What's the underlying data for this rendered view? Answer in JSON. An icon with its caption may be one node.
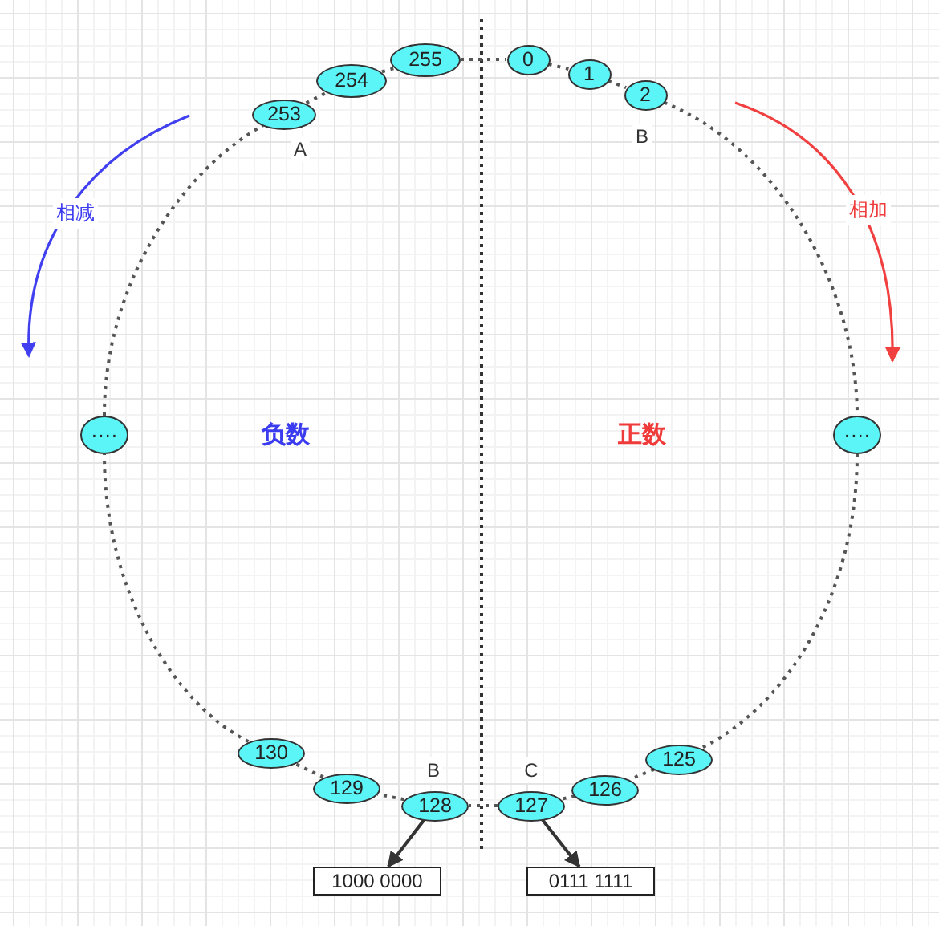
{
  "diagram": {
    "nodes": [
      {
        "text": [
          "255"
        ]
      },
      {
        "text": [
          "254"
        ]
      },
      {
        "text": [
          "253"
        ]
      },
      {
        "text": [
          "0"
        ]
      },
      {
        "text": [
          "1"
        ]
      },
      {
        "text": [
          "2"
        ]
      },
      {
        "text": [
          "····"
        ]
      },
      {
        "text": [
          "····"
        ]
      },
      {
        "text": [
          "130"
        ]
      },
      {
        "text": [
          "129"
        ]
      },
      {
        "text": [
          "128"
        ]
      },
      {
        "text": [
          "127"
        ]
      },
      {
        "text": [
          "126"
        ]
      },
      {
        "text": [
          "125"
        ]
      },
      {
        "text": [
          "1000 0000"
        ]
      },
      {
        "text": [
          "0111 1111"
        ]
      }
    ],
    "edges": [
      {
        "from": 0,
        "to": 3,
        "arrow": "none",
        "style": "dashed"
      },
      {
        "from": 3,
        "to": 4,
        "arrow": "none",
        "style": "dashed"
      },
      {
        "from": 4,
        "to": 5,
        "arrow": "none",
        "style": "dashed"
      },
      {
        "from": 5,
        "to": 7,
        "arrow": "none",
        "style": "dashed"
      },
      {
        "from": 7,
        "to": 13,
        "arrow": "none",
        "style": "dashed"
      },
      {
        "from": 13,
        "to": 12,
        "arrow": "none",
        "style": "dashed"
      },
      {
        "from": 12,
        "to": 11,
        "arrow": "none",
        "style": "dashed"
      },
      {
        "from": 11,
        "to": 10,
        "arrow": "none",
        "style": "dashed"
      },
      {
        "from": 10,
        "to": 9,
        "arrow": "none",
        "style": "dashed"
      },
      {
        "from": 9,
        "to": 8,
        "arrow": "none",
        "style": "dashed"
      },
      {
        "from": 8,
        "to": 6,
        "arrow": "none",
        "style": "dashed"
      },
      {
        "from": 6,
        "to": 2,
        "arrow": "none",
        "style": "dashed"
      },
      {
        "from": 2,
        "to": 1,
        "arrow": "none",
        "style": "dashed"
      },
      {
        "from": 1,
        "to": 0,
        "arrow": "none",
        "style": "dashed"
      },
      {
        "from": 10,
        "to": 14,
        "arrow": "to"
      },
      {
        "from": 11,
        "to": 15,
        "arrow": "to"
      }
    ],
    "labels": [
      "B",
      "相减",
      "相加",
      "A",
      "负数",
      "正数",
      "B",
      "C"
    ]
  }
}
